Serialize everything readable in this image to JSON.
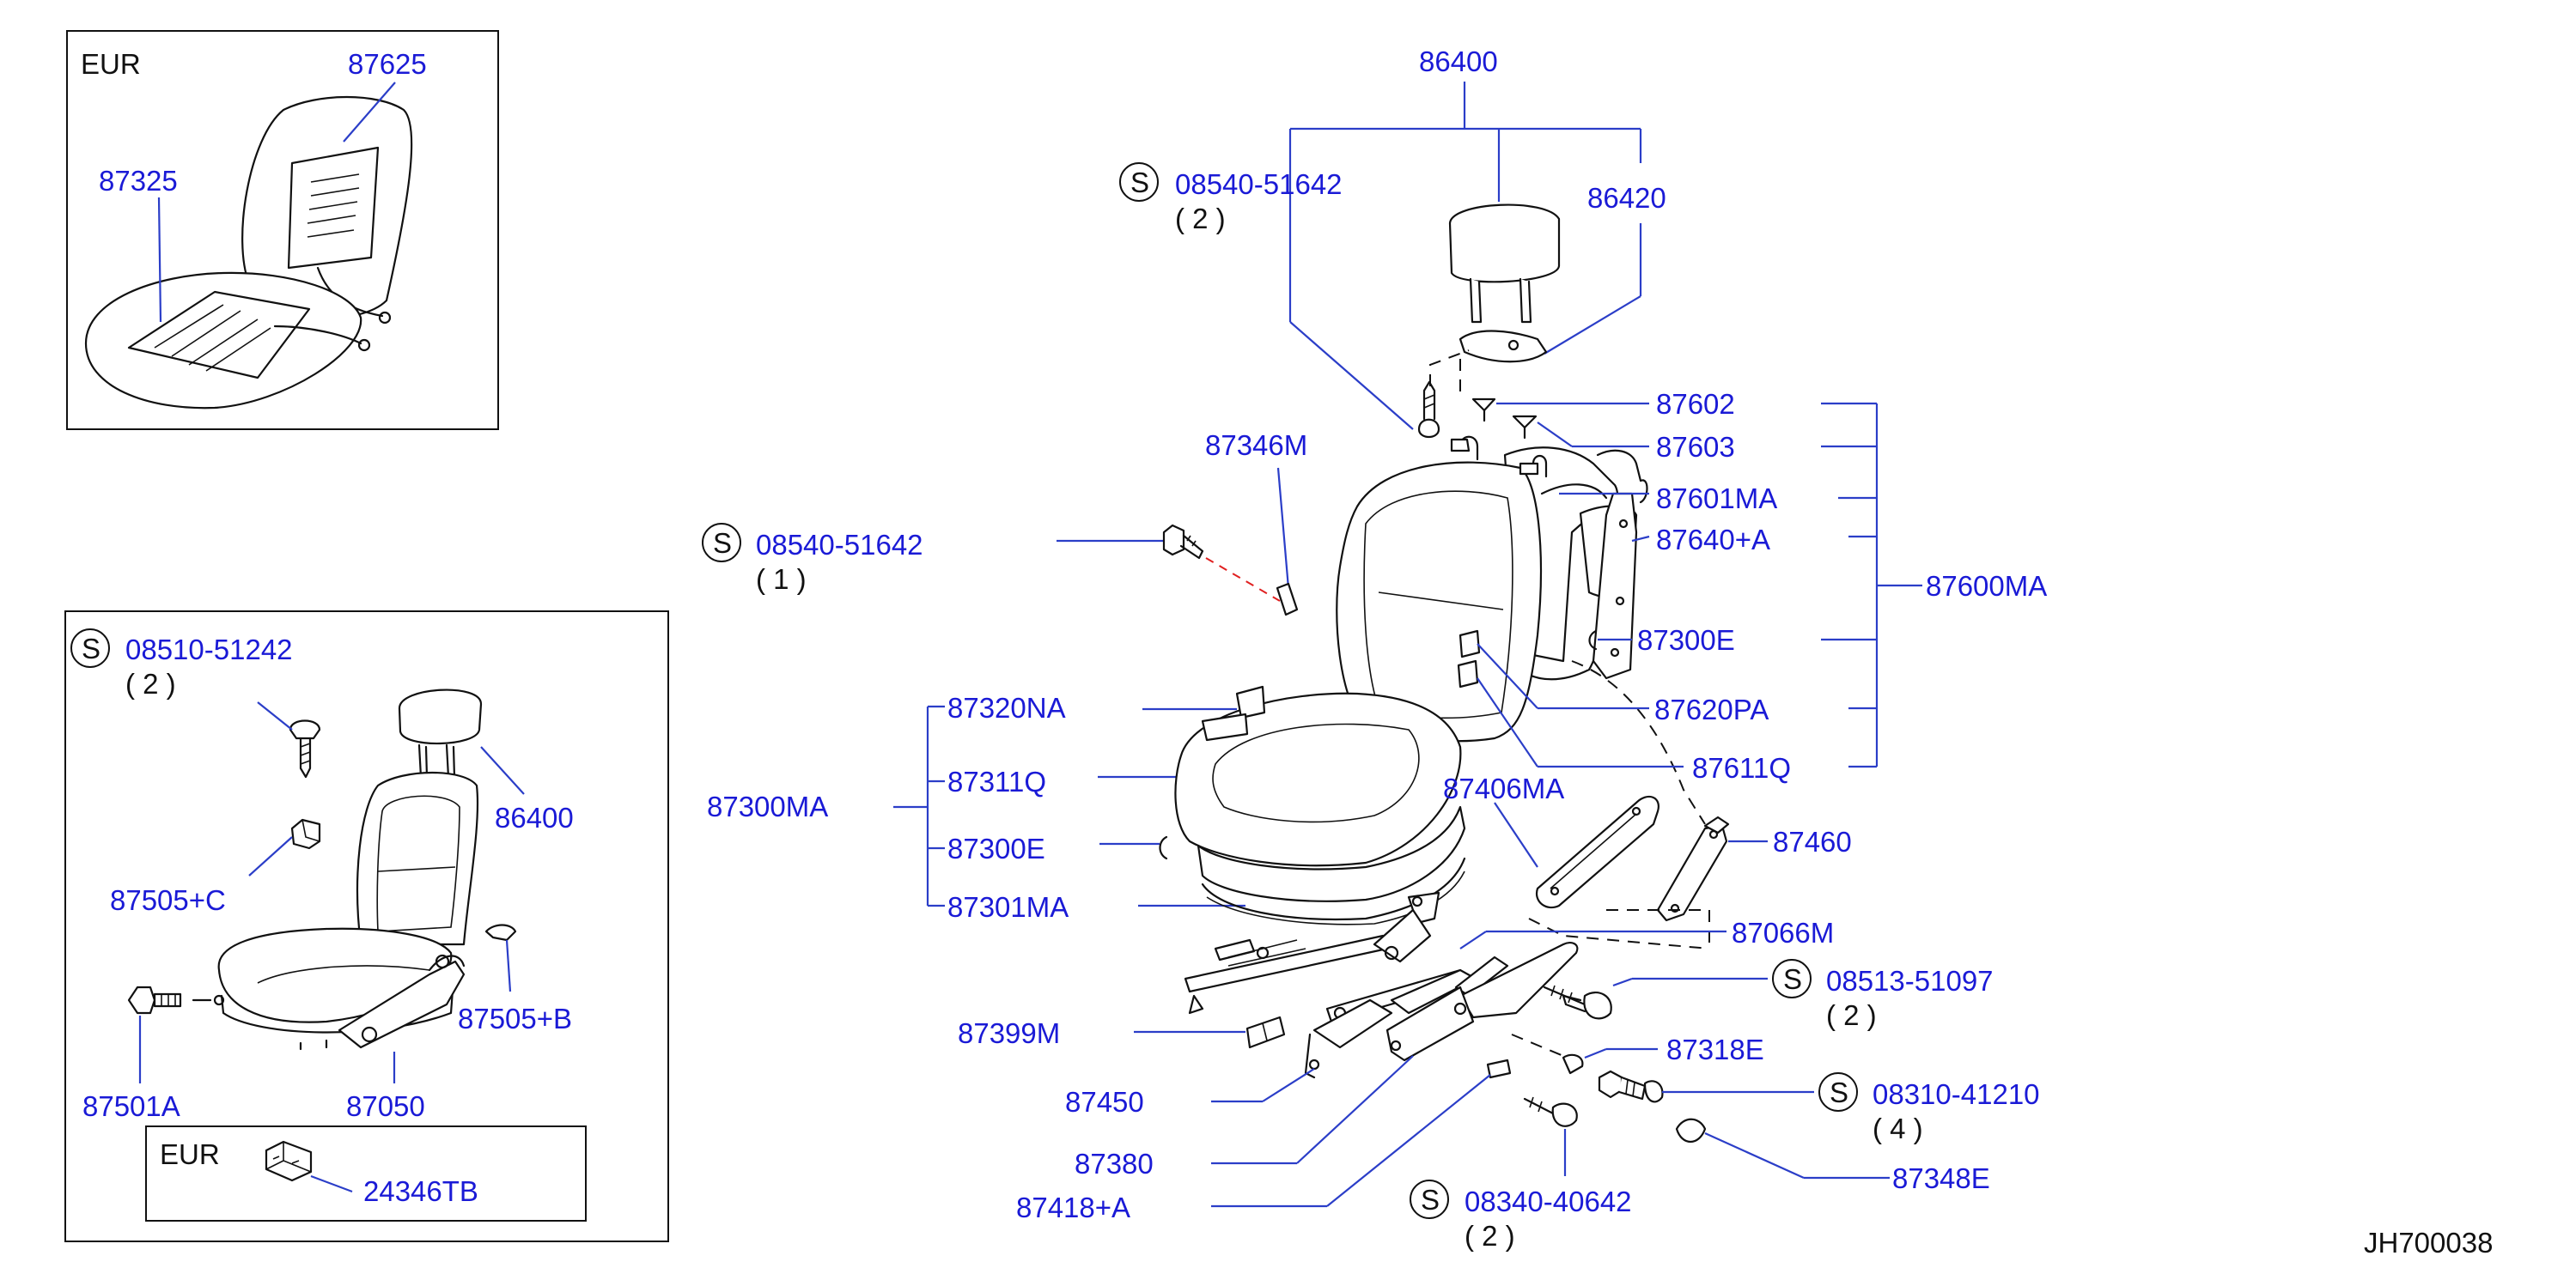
{
  "colors": {
    "part_number": "#1a1ad6",
    "leader": "#2b3ec8",
    "drawing": "#111111",
    "highlight_dash": "#e02020",
    "background": "#ffffff"
  },
  "symbols": {
    "standard_part": "S"
  },
  "inset_top": {
    "region": "EUR",
    "parts": {
      "p87625": "87625",
      "p87325": "87325"
    }
  },
  "inset_bottom": {
    "bolt_number": "08510-51242",
    "bolt_qty": "( 2 )",
    "parts": {
      "p86400": "86400",
      "p87505c": "87505+C",
      "p87505b": "87505+B",
      "p87501a": "87501A",
      "p87050": "87050"
    },
    "eur_box": {
      "region": "EUR",
      "part": "24346TB"
    }
  },
  "main": {
    "headrest": {
      "p86400": "86400",
      "p86420": "86420"
    },
    "bolt_top": {
      "number": "08540-51642",
      "qty": "( 2 )"
    },
    "bolt_left": {
      "number": "08540-51642",
      "qty": "( 1 )"
    },
    "seatback": {
      "p87346m": "87346M",
      "p87602": "87602",
      "p87603": "87603",
      "p87601ma": "87601MA",
      "p87640a": "87640+A",
      "p87600ma": "87600MA",
      "p87300e": "87300E",
      "p87620pa": "87620PA",
      "p87611q": "87611Q"
    },
    "cushion": {
      "p87300ma": "87300MA",
      "p87320na": "87320NA",
      "p87311q": "87311Q",
      "p87300e": "87300E",
      "p87301ma": "87301MA"
    },
    "frame": {
      "p87406ma": "87406MA",
      "p87460": "87460",
      "p87066m": "87066M",
      "p87399m": "87399M",
      "p87450": "87450",
      "p87380": "87380",
      "p87418a": "87418+A",
      "p87318e": "87318E",
      "p87348e": "87348E"
    },
    "bolt_51097": {
      "number": "08513-51097",
      "qty": "( 2 )"
    },
    "bolt_41210": {
      "number": "08310-41210",
      "qty": "( 4 )"
    },
    "bolt_40642": {
      "number": "08340-40642",
      "qty": "( 2 )"
    }
  },
  "diagram_id": "JH700038"
}
